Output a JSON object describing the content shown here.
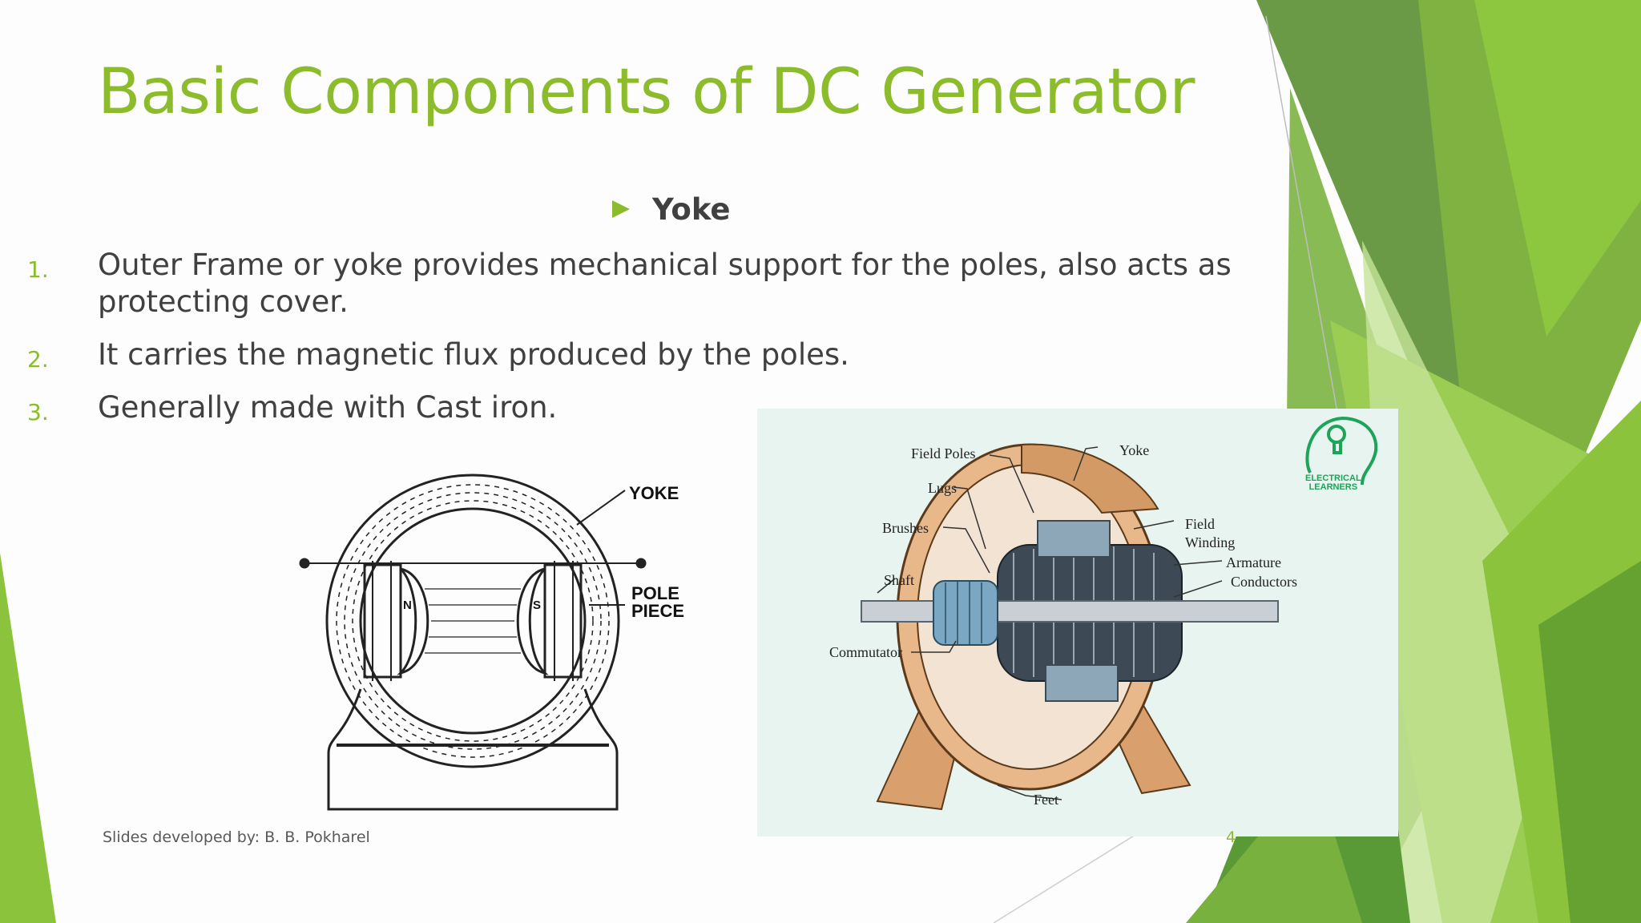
{
  "slide": {
    "title": "Basic Components of DC Generator",
    "heading": "Yoke",
    "items": [
      {
        "num": "1.",
        "text": "Outer Frame or yoke provides mechanical support for the poles, also acts as protecting cover."
      },
      {
        "num": "2.",
        "text": "It carries the magnetic flux produced by the poles."
      },
      {
        "num": "3.",
        "text": "Generally made with Cast iron."
      }
    ],
    "footer": "Slides developed by: B. B. Pokharel",
    "page_number": "4"
  },
  "figure_left": {
    "labels": {
      "yoke": "YOKE",
      "pole_piece_1": "POLE",
      "pole_piece_2": "PIECE",
      "n": "N",
      "s": "S"
    }
  },
  "figure_right": {
    "labels": {
      "field_poles": "Field Poles",
      "yoke": "Yoke",
      "lugs": "Lugs",
      "brushes": "Brushes",
      "field_winding_1": "Field",
      "field_winding_2": "Winding",
      "armature_1": "Armature",
      "armature_2": "Conductors",
      "shaft": "Shaft",
      "commutator": "Commutator",
      "feet": "Feet"
    },
    "logo_line1": "ELECTRICAL",
    "logo_line2": "LEARNERS"
  },
  "colors": {
    "accent": "#8cbc2c",
    "text": "#404040",
    "green_dark": "#4f8a26",
    "green_light": "#cde5a0"
  }
}
